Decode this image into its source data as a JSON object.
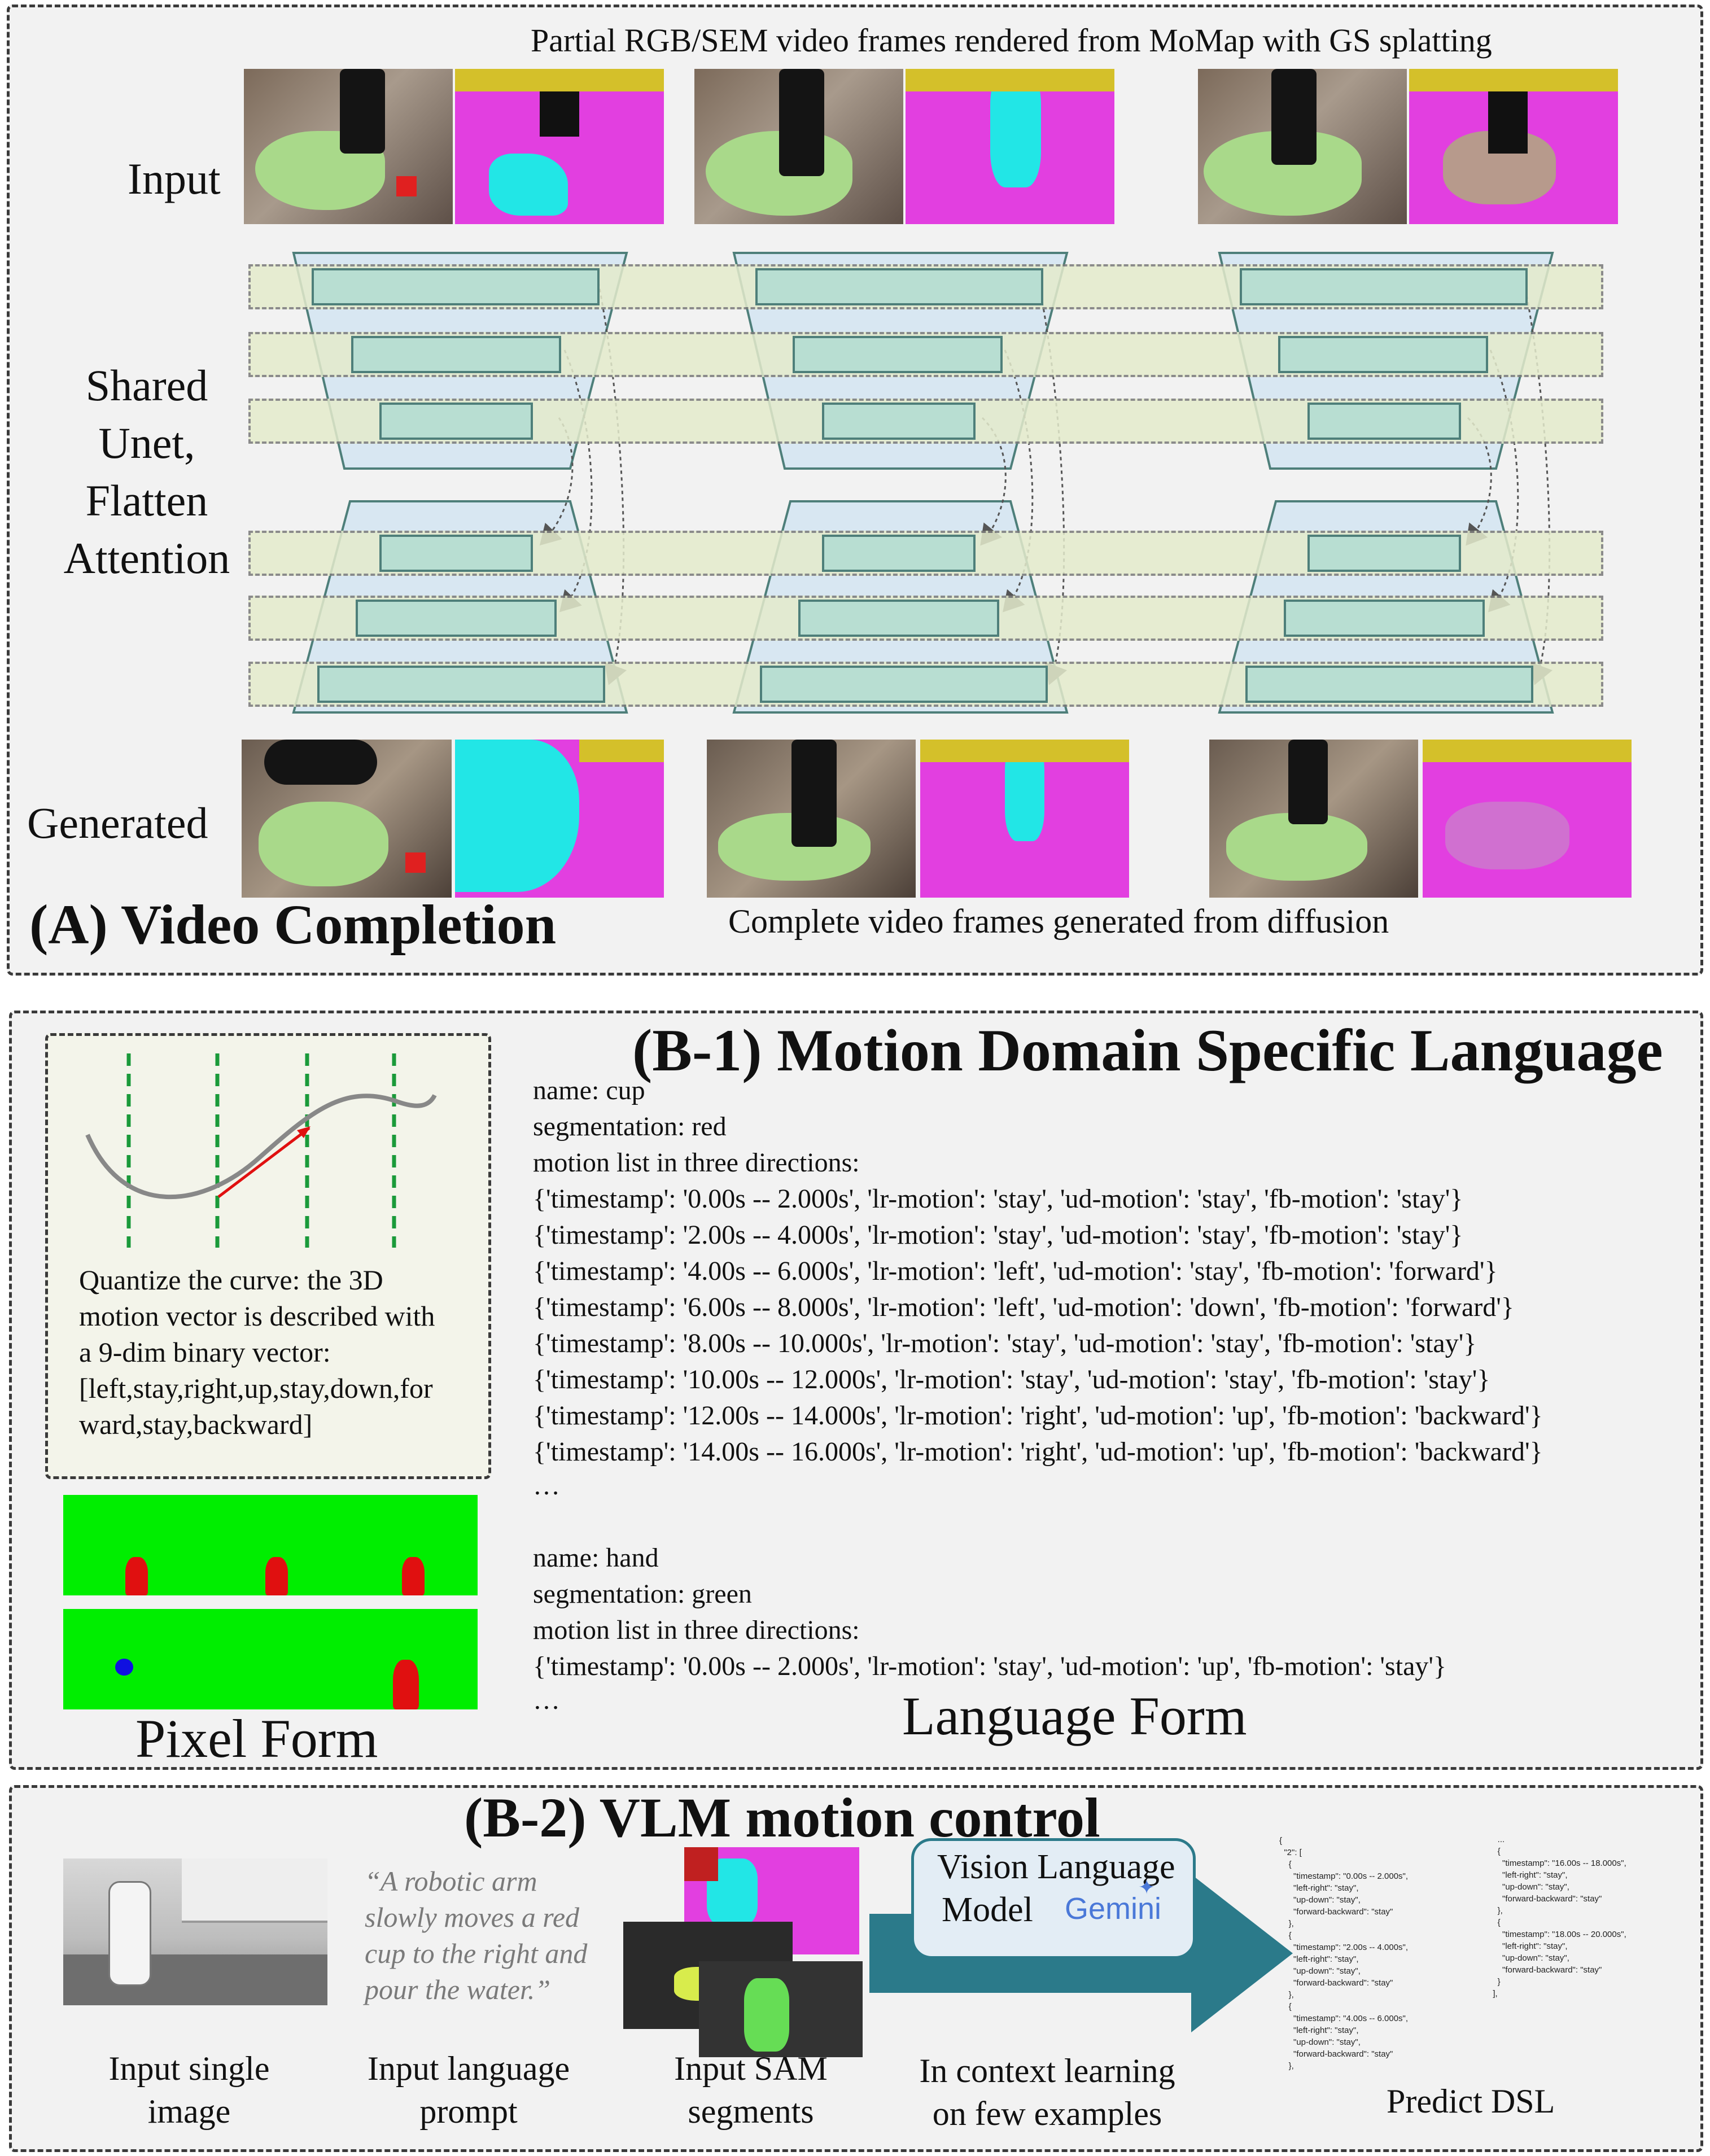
{
  "panel_a": {
    "top_caption": "Partial RGB/SEM video frames rendered from MoMap with GS splatting",
    "input_label": "Input",
    "unet_label_lines": [
      "Shared",
      "Unet,",
      "Flatten",
      "Attention"
    ],
    "generated_label": "Generated",
    "title": "(A) Video Completion",
    "bottom_caption": "Complete video frames generated from diffusion"
  },
  "panel_b1": {
    "title": "(B-1) Motion Domain Specific Language",
    "quantize_lines": [
      "Quantize the curve: the 3D",
      "motion vector is described with",
      "a 9-dim binary vector:",
      "[left,stay,right,up,stay,down,for",
      "ward,stay,backward]"
    ],
    "pixel_form_label": "Pixel Form",
    "language_form_label": "Language Form",
    "cup": {
      "name": "name: cup",
      "segmentation": "segmentation: red",
      "motion_header": "motion list in three directions:",
      "entries": [
        "{'timestamp': '0.00s -- 2.000s', 'lr-motion': 'stay', 'ud-motion': 'stay', 'fb-motion': 'stay'}",
        "{'timestamp': '2.00s -- 4.000s', 'lr-motion': 'stay', 'ud-motion': 'stay', 'fb-motion': 'stay'}",
        "{'timestamp': '4.00s -- 6.000s', 'lr-motion': 'left', 'ud-motion': 'stay', 'fb-motion': 'forward'}",
        "{'timestamp': '6.00s -- 8.000s', 'lr-motion': 'left', 'ud-motion': 'down', 'fb-motion': 'forward'}",
        "{'timestamp': '8.00s -- 10.000s', 'lr-motion': 'stay', 'ud-motion': 'stay', 'fb-motion': 'stay'}",
        "{'timestamp': '10.00s -- 12.000s', 'lr-motion': 'stay', 'ud-motion': 'stay', 'fb-motion': 'stay'}",
        "{'timestamp': '12.00s -- 14.000s', 'lr-motion': 'right', 'ud-motion': 'up', 'fb-motion': 'backward'}",
        "{'timestamp': '14.00s -- 16.000s', 'lr-motion': 'right', 'ud-motion': 'up', 'fb-motion': 'backward'}"
      ],
      "ellipsis": "…"
    },
    "hand": {
      "name": "name: hand",
      "segmentation": "segmentation: green",
      "motion_header": "motion list in three directions:",
      "entries": [
        "{'timestamp': '0.00s -- 2.000s', 'lr-motion': 'stay', 'ud-motion': 'up', 'fb-motion': 'stay'}"
      ],
      "ellipsis": "…"
    }
  },
  "panel_b2": {
    "title": "(B-2) VLM motion control",
    "prompt_lines": [
      "“A robotic arm",
      "slowly moves a red",
      "cup to the right and",
      "pour the water.”"
    ],
    "vlm_lines": [
      "Vision Language",
      "Model"
    ],
    "gemini_logo_text": "Gemini",
    "captions": {
      "input_image": [
        "Input single",
        "image"
      ],
      "input_prompt": [
        "Input language",
        "prompt"
      ],
      "input_sam": [
        "Input SAM",
        "segments"
      ],
      "in_context": [
        "In context learning",
        "on few examples"
      ],
      "predict": "Predict DSL"
    },
    "dsl_left": "{\n  \"2\": [\n    {\n      \"timestamp\": \"0.00s -- 2.000s\",\n      \"left-right\": \"stay\",\n      \"up-down\": \"stay\",\n      \"forward-backward\": \"stay\"\n    },\n    {\n      \"timestamp\": \"2.00s -- 4.000s\",\n      \"left-right\": \"stay\",\n      \"up-down\": \"stay\",\n      \"forward-backward\": \"stay\"\n    },\n    {\n      \"timestamp\": \"4.00s -- 6.000s\",\n      \"left-right\": \"stay\",\n      \"up-down\": \"stay\",\n      \"forward-backward\": \"stay\"\n    },",
    "dsl_right": "    ...\n    {\n      \"timestamp\": \"16.00s -- 18.000s\",\n      \"left-right\": \"stay\",\n      \"up-down\": \"stay\",\n      \"forward-backward\": \"stay\"\n    },\n    {\n      \"timestamp\": \"18.00s -- 20.000s\",\n      \"left-right\": \"stay\",\n      \"up-down\": \"stay\",\n      \"forward-backward\": \"stay\"\n    }\n  ],"
  },
  "colors": {
    "frame_green": "#e4ebcc",
    "bar_teal": "#b8ded2",
    "unet_blue": "#cfe3f2",
    "arrow_teal": "#2b7a8a",
    "sem_magenta": "#e23fe0",
    "sem_cyan": "#22e6e6",
    "towel_green": "#a9d98a",
    "pixel_green": "#00ee00",
    "pixel_red": "#e01010"
  }
}
